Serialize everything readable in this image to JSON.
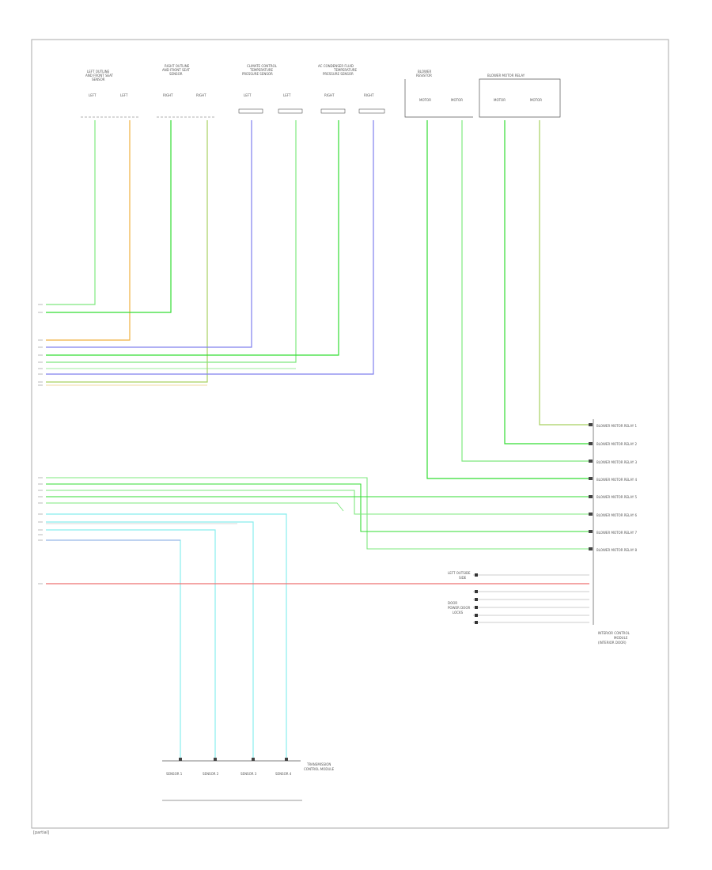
{
  "footer": {
    "code": "[partial]"
  },
  "colors": {
    "lt_green": "#7ee87e",
    "green": "#33dd33",
    "orange": "#f0b040",
    "blue": "#8080ee",
    "yellow_green": "#a8d060",
    "cyan": "#88eeee",
    "red": "#ee7070",
    "violet": "#a090e0",
    "tan": "#f0d8a0"
  },
  "top_components": [
    {
      "title": [
        "LEFT OUTLINE",
        "AND FRONT SEAT",
        "SENSOR"
      ],
      "pins": [
        "LEFT",
        "LEFT"
      ]
    },
    {
      "title": [
        "RIGHT OUTLINE",
        "AND FRONT SEAT",
        "SENSOR"
      ],
      "pins": [
        "RIGHT",
        "RIGHT"
      ]
    },
    {
      "title": [
        "CLIMATE CONTROL",
        "TEMPERATURE",
        "PRESSURE SENSOR"
      ],
      "pins": [
        "LEFT",
        "LEFT"
      ]
    },
    {
      "title": [
        "AC CONDENSER FLUID",
        "TEMPERATURE",
        "PRESSURE SENSOR"
      ],
      "pins": [
        "RIGHT",
        "RIGHT"
      ]
    },
    {
      "title": [
        "BLOWER",
        "RESISTOR"
      ],
      "pins": [
        "MOTOR",
        "MOTOR"
      ]
    },
    {
      "title": [
        "BLOWER MOTOR RELAY"
      ],
      "pins": [
        "MOTOR",
        "MOTOR"
      ]
    }
  ],
  "right_connector_labels": [
    "BLOWER MOTOR RELAY 1",
    "BLOWER MOTOR RELAY 2",
    "BLOWER MOTOR RELAY 3",
    "BLOWER MOTOR RELAY 4",
    "BLOWER MOTOR RELAY 5",
    "BLOWER MOTOR RELAY 6",
    "BLOWER MOTOR RELAY 7",
    "BLOWER MOTOR RELAY 8"
  ],
  "lower_right_module": {
    "name_lines": [
      "INTERIOR CONTROL",
      "MODULE",
      "(INTERIOR DOOR)"
    ],
    "left_labels": [
      "LEFT OUTSIDE",
      "SIDE",
      "DOOR",
      "POWER DOOR",
      "LOCKS"
    ]
  },
  "bottom_connector": {
    "name_lines": [
      "TRANSMISSION",
      "CONTROL MODULE"
    ],
    "pins": [
      "SENSOR 1",
      "SENSOR 2",
      "SENSOR 3",
      "SENSOR 4"
    ]
  }
}
